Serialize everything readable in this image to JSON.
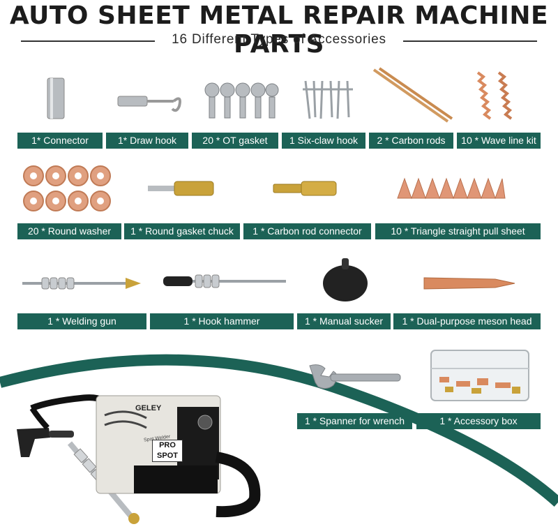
{
  "header": {
    "title": "AUTO SHEET METAL REPAIR MACHINE PARTS",
    "subtitle": "16 Different Types of Accessories"
  },
  "accessories": [
    {
      "label": "1* Connector"
    },
    {
      "label": "1* Draw hook"
    },
    {
      "label": "20 * OT gasket"
    },
    {
      "label": "1 Six-claw hook"
    },
    {
      "label": "2 * Carbon rods"
    },
    {
      "label": "10 * Wave line kit"
    },
    {
      "label": "20 * Round washer"
    },
    {
      "label": "1 * Round gasket chuck"
    },
    {
      "label": "1 * Carbon rod connector"
    },
    {
      "label": "10 * Triangle straight pull sheet"
    },
    {
      "label": "1 * Welding gun"
    },
    {
      "label": "1 * Hook hammer"
    },
    {
      "label": "1 * Manual sucker"
    },
    {
      "label": "1 * Dual-purpose meson head"
    },
    {
      "label": "1 * Spanner for wrench"
    },
    {
      "label": "1 * Accessory box"
    }
  ],
  "machine": {
    "brand": "GELEY",
    "model_line1": "PRO",
    "model_line2": "SPOT",
    "small_text": "Spot Welder"
  },
  "colors": {
    "label_bg": "#1c6256",
    "curve": "#1c6256",
    "copper": "#d98a5f",
    "brass": "#c9a23a",
    "steel": "#b8bcc0"
  }
}
